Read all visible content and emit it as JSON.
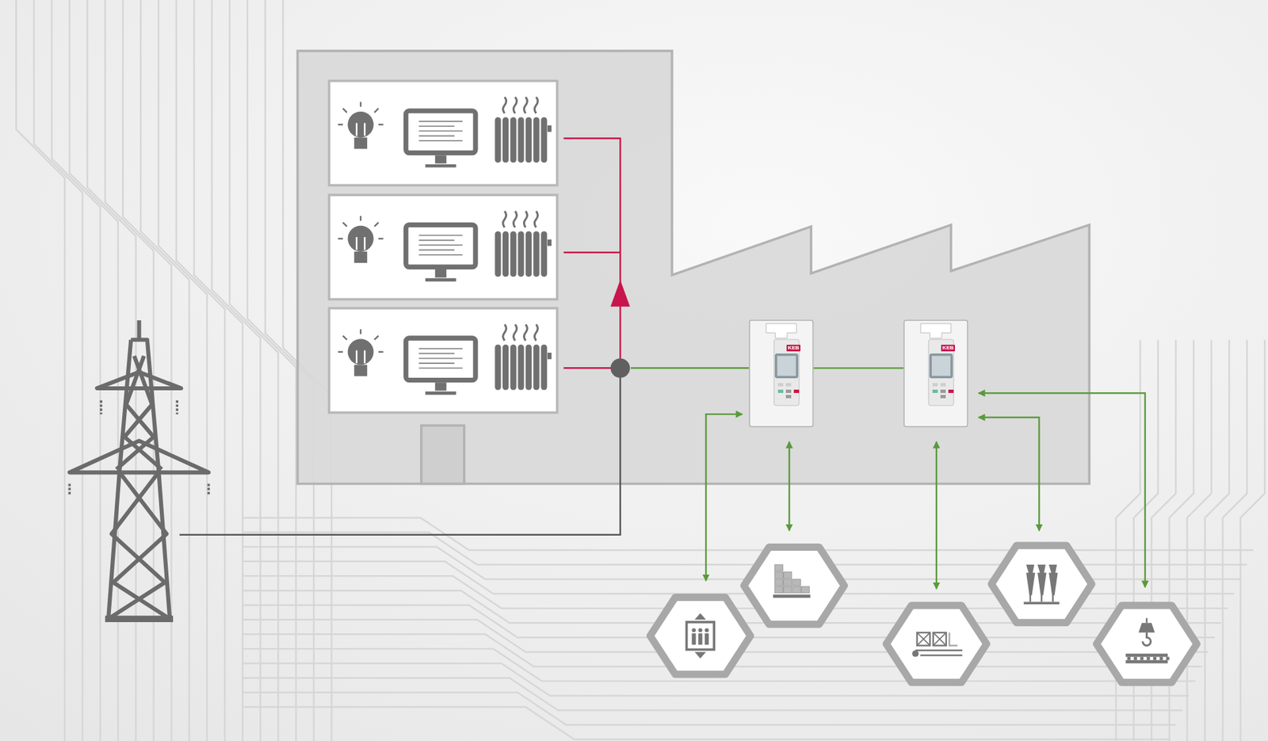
{
  "diagram": {
    "nodes": [
      {
        "text": [
          "KEB"
        ]
      },
      {
        "text": [
          "KEB"
        ]
      }
    ],
    "edges": [
      {
        "from": 0,
        "to": 1,
        "arrow": "none"
      }
    ]
  }
}
